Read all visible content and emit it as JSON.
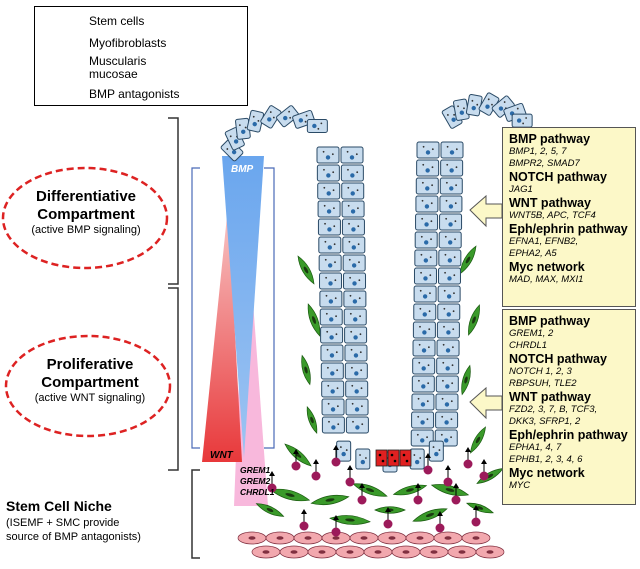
{
  "legend": [
    {
      "label": "Stem cells",
      "icon": "stem-cell-icon"
    },
    {
      "label": "Myofibroblasts",
      "icon": "myofibroblast-icon"
    },
    {
      "label": "Muscularis",
      "label2": "mucosae",
      "icon": "muscularis-cell-icon"
    },
    {
      "label": "BMP antagonists",
      "icon": "bmp-antagonist-icon"
    }
  ],
  "compartments": {
    "differentiative": {
      "title1": "Differentiative",
      "title2": "Compartment",
      "sub": "(active BMP signaling)"
    },
    "proliferative": {
      "title1": "Proliferative",
      "title2": "Compartment",
      "sub": "(active WNT signaling)"
    },
    "niche": {
      "title": "Stem Cell Niche",
      "sub1": "(ISEMF + SMC provide",
      "sub2": "source of BMP antagonists)"
    }
  },
  "gradients": {
    "bmp": "BMP",
    "wnt": "WNT",
    "antagonists": [
      "GREM1",
      "GREM2",
      "CHRDL1"
    ]
  },
  "upper_panel": [
    {
      "heading": "BMP pathway",
      "genes": [
        "BMP1, 2, 5, 7",
        "BMPR2, SMAD7"
      ]
    },
    {
      "heading": "NOTCH pathway",
      "genes": [
        "JAG1"
      ]
    },
    {
      "heading": "WNT pathway",
      "genes": [
        "WNT5B, APC, TCF4"
      ]
    },
    {
      "heading": "Eph/ephrin pathway",
      "genes": [
        "EFNA1, EFNB2,",
        "EPHA2, A5"
      ]
    },
    {
      "heading": "Myc network",
      "genes": [
        "MAD, MAX, MXI1"
      ]
    }
  ],
  "lower_panel": [
    {
      "heading": "BMP pathway",
      "genes": [
        "GREM1, 2",
        "CHRDL1"
      ]
    },
    {
      "heading": "NOTCH pathway",
      "genes": [
        "NOTCH 1, 2, 3",
        "RBPSUH, TLE2"
      ]
    },
    {
      "heading": "WNT pathway",
      "genes": [
        "FZD2, 3, 7, B, TCF3,",
        "DKK3, SFRP1, 2"
      ]
    },
    {
      "heading": "Eph/ephrin pathway",
      "genes": [
        "EPHA1, 4, 7",
        "EPHB1, 2, 3, 4, 6"
      ]
    },
    {
      "heading": "Myc network",
      "genes": [
        "MYC"
      ]
    }
  ],
  "colors": {
    "stem": "#e02020",
    "myofibroblast": "#3a9a2a",
    "muscularis": "#f2a8ae",
    "antagonist": "#9c1a5a",
    "epithelium": "#c8dcee",
    "bmp": "#6aa6ee",
    "wnt": "#e8383a",
    "grem": "#f8b8dc",
    "panel": "#fcf8c8",
    "ellipse": "#dd2222"
  }
}
